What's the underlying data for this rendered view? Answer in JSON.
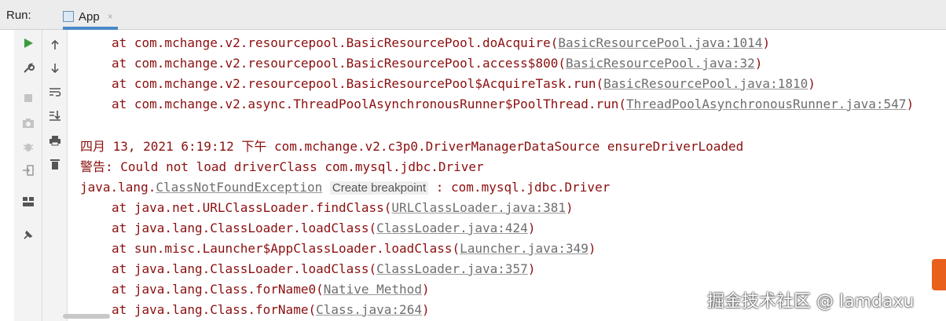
{
  "run_panel": {
    "label": "Run:",
    "tab": {
      "title": "App",
      "close": "×"
    }
  },
  "toolbar_left": [
    "run-icon",
    "wrench-icon",
    "stop-icon",
    "camera-icon",
    "debug-bug-icon",
    "login-icon",
    "layout-icon",
    "pin-icon"
  ],
  "toolbar_right": [
    "arrow-up-icon",
    "arrow-down-icon",
    "soft-wrap-icon",
    "scroll-to-end-icon",
    "print-icon",
    "trash-icon"
  ],
  "console": {
    "lines": [
      {
        "prefix": "at com.mchange.v2.resourcepool.BasicResourcePool.doAcquire(",
        "link": "BasicResourcePool.java:1014",
        "suffix": ")"
      },
      {
        "prefix": "at com.mchange.v2.resourcepool.BasicResourcePool.access$800(",
        "link": "BasicResourcePool.java:32",
        "suffix": ")"
      },
      {
        "prefix": "at com.mchange.v2.resourcepool.BasicResourcePool$AcquireTask.run(",
        "link": "BasicResourcePool.java:1810",
        "suffix": ")"
      },
      {
        "prefix": "at com.mchange.v2.async.ThreadPoolAsynchronousRunner$PoolThread.run(",
        "link": "ThreadPoolAsynchronousRunner.java:547",
        "suffix": ")"
      }
    ],
    "log_header": "四月 13, 2021 6:19:12 下午 com.mchange.v2.c3p0.DriverManagerDataSource ensureDriverLoaded",
    "warning": "警告: Could not load driverClass com.mysql.jdbc.Driver",
    "exception": {
      "prefix": "java.lang.",
      "link": "ClassNotFoundException",
      "breakpoint": "Create breakpoint",
      "suffix": " : com.mysql.jdbc.Driver"
    },
    "trace": [
      {
        "prefix": "at java.net.URLClassLoader.findClass(",
        "link": "URLClassLoader.java:381",
        "suffix": ")"
      },
      {
        "prefix": "at java.lang.ClassLoader.loadClass(",
        "link": "ClassLoader.java:424",
        "suffix": ")"
      },
      {
        "prefix": "at sun.misc.Launcher$AppClassLoader.loadClass(",
        "link": "Launcher.java:349",
        "suffix": ")"
      },
      {
        "prefix": "at java.lang.ClassLoader.loadClass(",
        "link": "ClassLoader.java:357",
        "suffix": ")"
      },
      {
        "prefix": "at java.lang.Class.forName0(",
        "link": "Native Method",
        "suffix": ")"
      },
      {
        "prefix": "at java.lang.Class.forName(",
        "link": "Class.java:264",
        "suffix": ")"
      }
    ]
  },
  "watermark": "掘金技术社区 @ lamdaxu",
  "colors": {
    "error_text": "#8b0f0f",
    "link_text": "#6e6e6e",
    "run_green": "#3a9a3a",
    "tab_accent": "#4a88c7"
  }
}
